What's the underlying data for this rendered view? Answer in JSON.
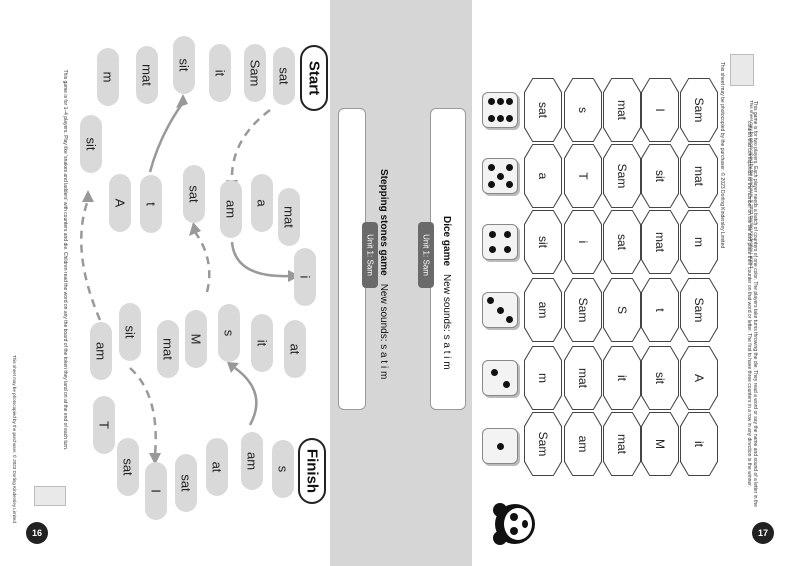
{
  "left_page": {
    "page_number": "16",
    "instructions": "This game is for 1–4 players. Play like 'snakes and ladders' with counters and die. Children read the word on any the board of the token they land on at the end of each turn.",
    "footer_note": "This sheet may be photocopied by the purchaser. © 2023 Dorling Kindersley Limited",
    "start_label": "Start",
    "finish_label": "Finish",
    "stones": [
      "sat",
      "Sam",
      "it",
      "sit",
      "mat",
      "m",
      "sit",
      "A",
      "t",
      "sat",
      "am",
      "a",
      "mat",
      "i",
      "at",
      "it",
      "s",
      "M",
      "mat",
      "sit",
      "am",
      "T",
      "sat",
      "I",
      "sat",
      "at",
      "am",
      "s"
    ]
  },
  "center": {
    "left_panel": {
      "title": "Stepping stones game",
      "sounds": "New sounds: s a t i m",
      "unit": "Unit 1: Sam"
    },
    "right_panel": {
      "title": "Dice game",
      "sounds": "New sounds: s a t i m",
      "unit": "Unit 1: Sam"
    }
  },
  "right_page": {
    "page_number": "17",
    "instructions": "This game is for two players. Each player needs a batch of counters of one color. The players take turns throwing the die. They read a word or say the name and sound of a letter in the column that corresponds to the number on the die and place their counter on that word or letter. The first to have three counters in a row in any direction is the winner.",
    "footer_note": "This sheet may be photocopied by the purchaser. © 2023 Dorling Kindersley Limited",
    "copyright_top": "This sheet may be photocopied by the purchaser. © 2023 Dorling Kindersley Limited",
    "dice": [
      6,
      5,
      4,
      3,
      2,
      1
    ],
    "columns": [
      [
        "sat",
        "s",
        "mat",
        "I",
        "Sam"
      ],
      [
        "a",
        "T",
        "Sam",
        "sit",
        "mat"
      ],
      [
        "sit",
        "i",
        "sat",
        "mat",
        "m"
      ],
      [
        "am",
        "Sam",
        "S",
        "t",
        "Sam"
      ],
      [
        "m",
        "mat",
        "it",
        "sit",
        "A"
      ],
      [
        "Sam",
        "am",
        "mat",
        "M",
        "it"
      ]
    ]
  },
  "icons": {
    "mascot": "panda-face-icon",
    "book_thumb": "book-cover-thumbnail-icon",
    "arrow": "curved-arrow-icon"
  }
}
